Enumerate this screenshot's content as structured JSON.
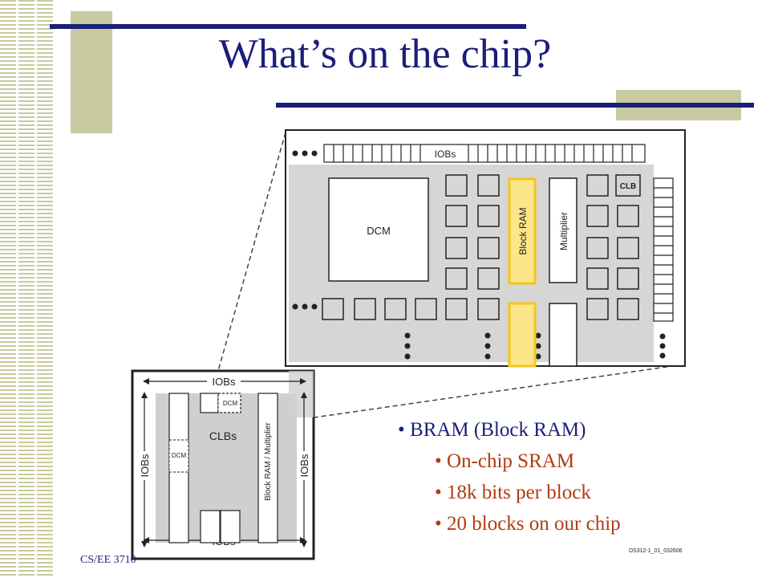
{
  "slide": {
    "title": "What’s on the chip?",
    "footer": "CS/EE 3710"
  },
  "bullets": {
    "main": "BRAM (Block RAM)",
    "subs": [
      "On-chip SRAM",
      "18k bits per block",
      "20 blocks on our chip"
    ]
  },
  "diagram": {
    "zoom": {
      "iobs_label": "IOBs",
      "clb_label": "CLB",
      "dcm_label": "DCM",
      "block_ram_label": "Block RAM",
      "multiplier_label": "Multiplier"
    },
    "overview": {
      "iobs_top": "IOBs",
      "iobs_bottom": "IOBs",
      "iobs_left": "IOBs",
      "iobs_right": "IOBs",
      "dcm_top": "DCM",
      "dcm_left": "DCM",
      "clbs": "CLBs",
      "block_ram_multiplier": "Block RAM / Multiplier"
    },
    "figure_id": "DS312-1_01_032606"
  },
  "colors": {
    "title": "#1a1f7a",
    "bullet_sub": "#b23a10",
    "accent_tan": "#c9caa0",
    "bram_highlight": "#f5c518"
  }
}
